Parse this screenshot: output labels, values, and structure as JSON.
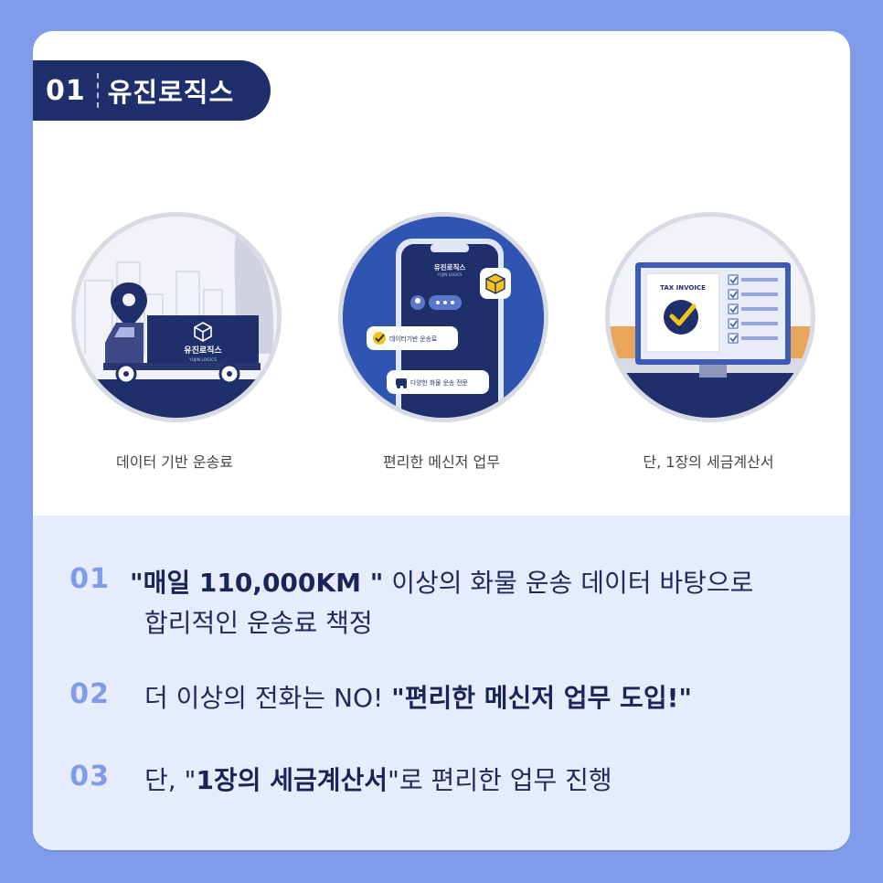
{
  "colors": {
    "background": "#7f9bea",
    "navy": "#1f2f6b",
    "accent": "#7f9bea",
    "lower_panel": "#e6ecfb"
  },
  "title": {
    "num": "01",
    "text": "유진로직스"
  },
  "features": [
    {
      "label": "데이터 기반 운송료",
      "truck_brand": "유진로직스",
      "truck_brand_sub": "YUJIN LOGICS",
      "icons": [
        "location-pin-icon",
        "truck-icon",
        "cube-logo-icon"
      ]
    },
    {
      "label": "편리한 메신저 업무",
      "phone_brand": "유진로직스",
      "phone_brand_sub": "YUJIN LOGICS",
      "bubble1": "데이터기반 운송료",
      "bubble2": "다양한 화물 운송 전문",
      "icons": [
        "smartphone-icon",
        "check-icon",
        "truck-icon"
      ]
    },
    {
      "label": "단, 1장의 세금계산서",
      "invoice_title": "TAX INVOICE",
      "icons": [
        "monitor-icon",
        "checkmark-icon",
        "checklist-icon"
      ]
    }
  ],
  "items": [
    {
      "num": "01",
      "bold": "\"매일 110,000KM \"",
      "text": " 이상의 화물 운송 데이터 바탕으로",
      "line2": "합리적인 운송료 책정"
    },
    {
      "num": "02",
      "pre": "더 이상의 전화는 NO! ",
      "bold": "\"편리한 메신저 업무 도입!\""
    },
    {
      "num": "03",
      "pre": "단, \"",
      "bold": "1장의 세금계산서",
      "post": "\"로 편리한 업무 진행"
    }
  ]
}
